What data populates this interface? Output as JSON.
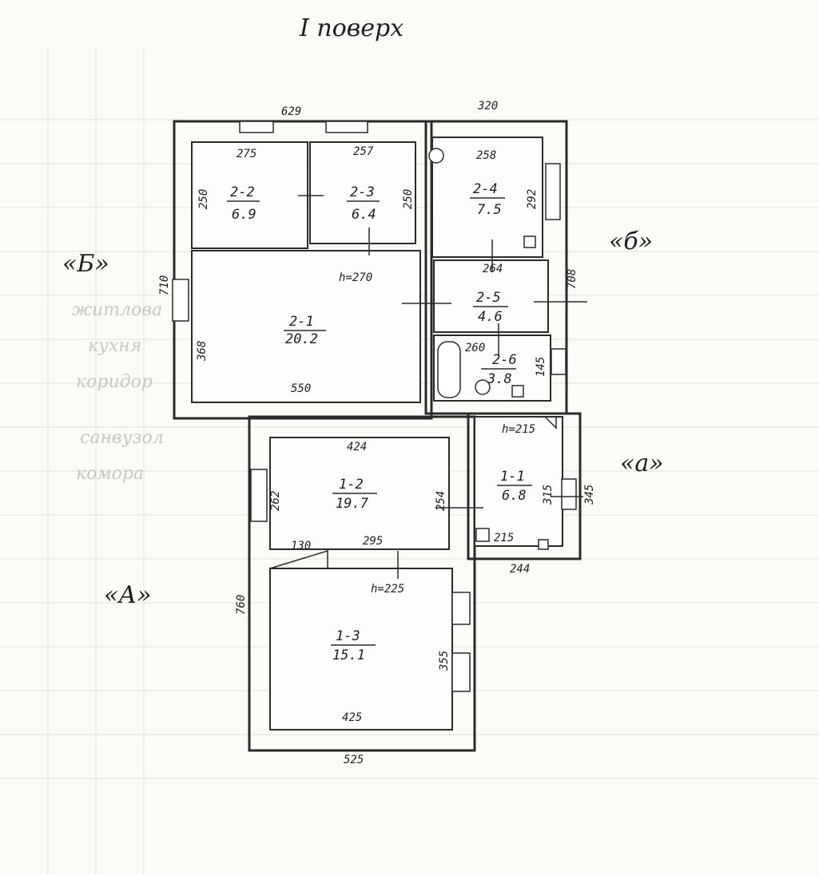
{
  "title": "I поверх",
  "building_letters": [
    "«Б»",
    "«б»",
    "«а»",
    "«А»"
  ],
  "rooms": [
    {
      "id": "2-1",
      "area": "20.2"
    },
    {
      "id": "2-2",
      "area": "6.9"
    },
    {
      "id": "2-3",
      "area": "6.4"
    },
    {
      "id": "2-4",
      "area": "7.5"
    },
    {
      "id": "2-5",
      "area": "4.6"
    },
    {
      "id": "2-6",
      "area": "3.8"
    },
    {
      "id": "1-1",
      "area": "6.8"
    },
    {
      "id": "1-2",
      "area": "19.7"
    },
    {
      "id": "1-3",
      "area": "15.1"
    }
  ],
  "heights": [
    "h=270",
    "h=215",
    "h=225"
  ],
  "dimensions": [
    "629",
    "320",
    "275",
    "257",
    "258",
    "250",
    "250",
    "292",
    "710",
    "368",
    "550",
    "264",
    "708",
    "260",
    "145",
    "424",
    "262",
    "254",
    "130",
    "295",
    "215",
    "315",
    "345",
    "244",
    "760",
    "355",
    "425",
    "525"
  ],
  "faint_background_text": [
    "житлова",
    "кухня",
    "коридор",
    "санвузол",
    "комора"
  ]
}
